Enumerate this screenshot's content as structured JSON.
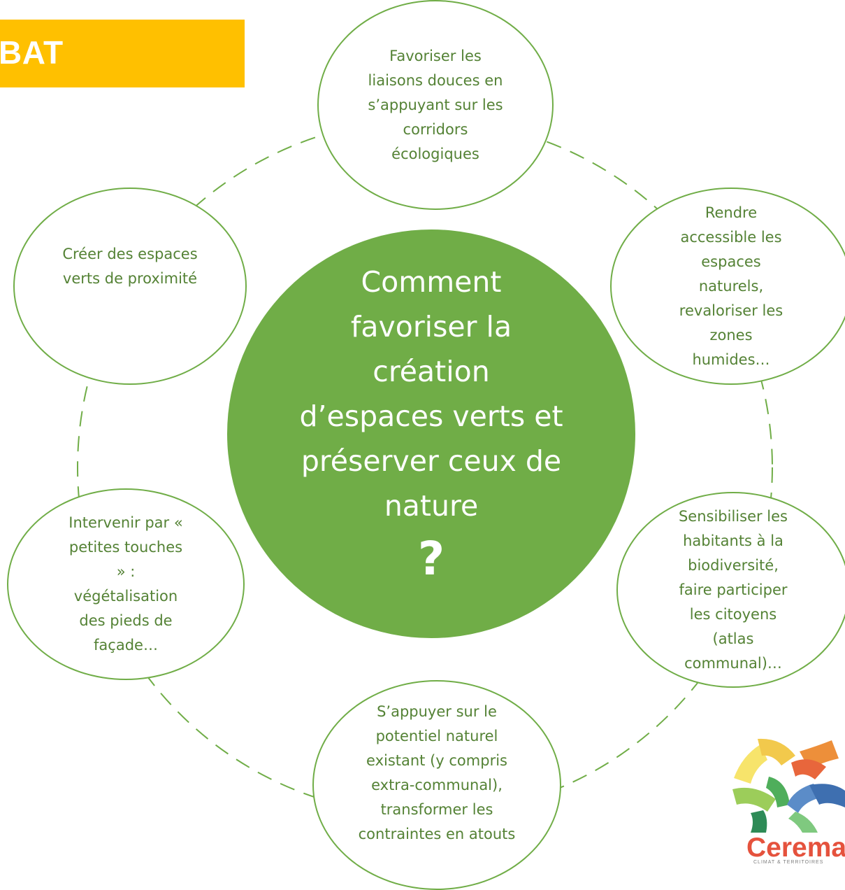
{
  "banner": {
    "text": "BAT",
    "color": "#ffc000"
  },
  "center": {
    "question": "Comment favoriser la création d’espaces verts et préserver ceux de nature",
    "mark": "?",
    "color": "#70ad47"
  },
  "nodes": {
    "top": "Favoriser les liaisons douces en s’appuyant sur les corridors écologiques",
    "upper_right": "Rendre accessible les espaces naturels, revaloriser les zones humides…",
    "lower_right": "Sensibiliser les habitants à la biodiversité, faire participer les citoyens (atlas communal)…",
    "bottom": "S’appuyer sur le potentiel naturel existant (y compris extra-communal), transformer les contraintes en atouts",
    "lower_left": "Intervenir par « petites touches » : végétalisation des pieds de façade…",
    "upper_left": "Créer des espaces verts de proximité"
  },
  "colors": {
    "accent": "#70ad47",
    "node_text": "#548235"
  },
  "logo": {
    "name": "Cerema",
    "subtitle": "CLIMAT & TERRITOIRES"
  }
}
